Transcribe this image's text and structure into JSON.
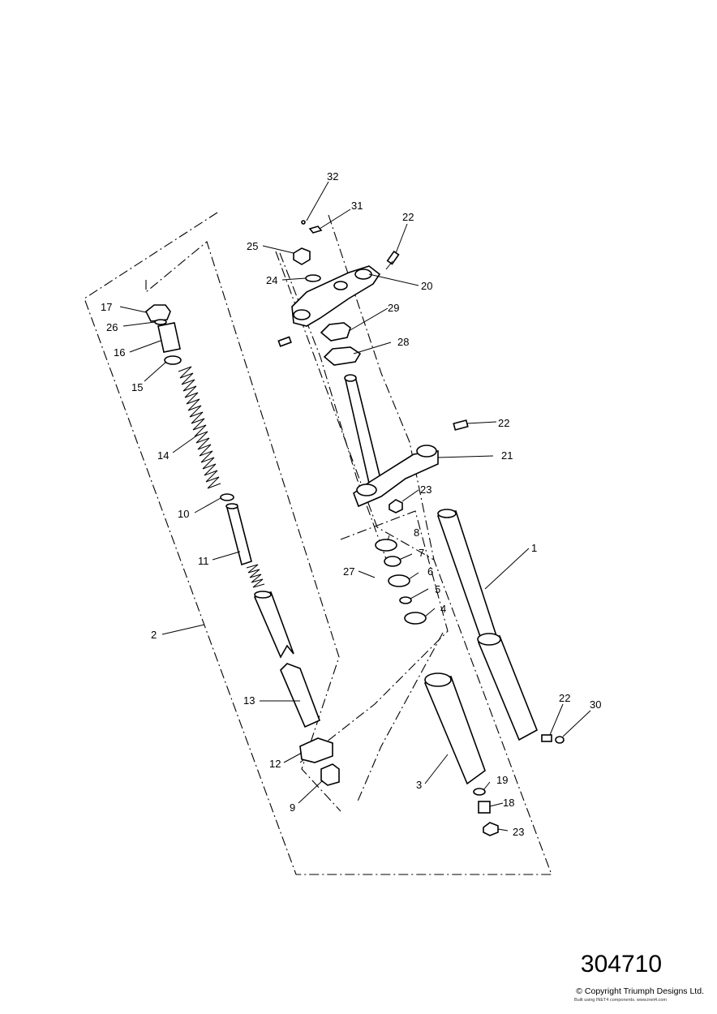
{
  "drawing_number": "304710",
  "copyright": "© Copyright Triumph Designs Ltd.",
  "credit": "Built using INET4 components. www.inet4.com",
  "callouts": [
    {
      "id": "c32",
      "text": "32"
    },
    {
      "id": "c31",
      "text": "31"
    },
    {
      "id": "c22a",
      "text": "22"
    },
    {
      "id": "c25",
      "text": "25"
    },
    {
      "id": "c20",
      "text": "20"
    },
    {
      "id": "c24",
      "text": "24"
    },
    {
      "id": "c17",
      "text": "17"
    },
    {
      "id": "c29",
      "text": "29"
    },
    {
      "id": "c26",
      "text": "26"
    },
    {
      "id": "c16",
      "text": "16"
    },
    {
      "id": "c28",
      "text": "28"
    },
    {
      "id": "c15",
      "text": "15"
    },
    {
      "id": "c22b",
      "text": "22"
    },
    {
      "id": "c14",
      "text": "14"
    },
    {
      "id": "c21",
      "text": "21"
    },
    {
      "id": "c23a",
      "text": "23"
    },
    {
      "id": "c10",
      "text": "10"
    },
    {
      "id": "c8",
      "text": "8"
    },
    {
      "id": "c1",
      "text": "1"
    },
    {
      "id": "c7",
      "text": "7"
    },
    {
      "id": "c11",
      "text": "11"
    },
    {
      "id": "c27",
      "text": "27"
    },
    {
      "id": "c6",
      "text": "6"
    },
    {
      "id": "c5",
      "text": "5"
    },
    {
      "id": "c4",
      "text": "4"
    },
    {
      "id": "c2",
      "text": "2"
    },
    {
      "id": "c13",
      "text": "13"
    },
    {
      "id": "c22c",
      "text": "22"
    },
    {
      "id": "c30",
      "text": "30"
    },
    {
      "id": "c12",
      "text": "12"
    },
    {
      "id": "c19",
      "text": "19"
    },
    {
      "id": "c3",
      "text": "3"
    },
    {
      "id": "c9",
      "text": "9"
    },
    {
      "id": "c18",
      "text": "18"
    },
    {
      "id": "c23b",
      "text": "23"
    }
  ]
}
